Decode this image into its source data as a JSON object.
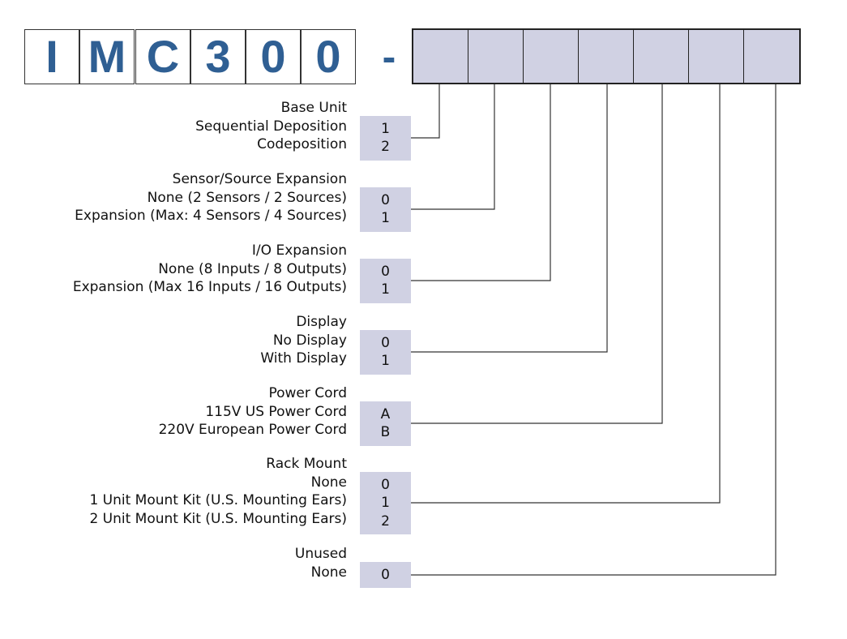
{
  "part_number": {
    "prefix": [
      "I",
      "M",
      "C",
      "3",
      "0",
      "0"
    ],
    "separator": "-",
    "slot_count": 7
  },
  "groups": [
    {
      "title": "Base Unit",
      "options": [
        {
          "label": "Sequential Deposition",
          "code": "1"
        },
        {
          "label": "Codeposition",
          "code": "2"
        }
      ]
    },
    {
      "title": "Sensor/Source Expansion",
      "options": [
        {
          "label": "None (2 Sensors / 2 Sources)",
          "code": "0"
        },
        {
          "label": "Expansion (Max: 4 Sensors / 4 Sources)",
          "code": "1"
        }
      ]
    },
    {
      "title": "I/O Expansion",
      "options": [
        {
          "label": "None (8 Inputs / 8 Outputs)",
          "code": "0"
        },
        {
          "label": "Expansion (Max 16 Inputs / 16 Outputs)",
          "code": "1"
        }
      ]
    },
    {
      "title": "Display",
      "options": [
        {
          "label": "No Display",
          "code": "0"
        },
        {
          "label": "With Display",
          "code": "1"
        }
      ]
    },
    {
      "title": "Power Cord",
      "options": [
        {
          "label": "115V US  Power Cord",
          "code": "A"
        },
        {
          "label": "220V European Power Cord",
          "code": "B"
        }
      ]
    },
    {
      "title": "Rack Mount",
      "options": [
        {
          "label": "None",
          "code": "0"
        },
        {
          "label": "1 Unit Mount Kit (U.S. Mounting Ears)",
          "code": "1"
        },
        {
          "label": "2 Unit Mount Kit (U.S. Mounting Ears)",
          "code": "2"
        }
      ]
    },
    {
      "title": "Unused",
      "options": [
        {
          "label": "None",
          "code": "0"
        }
      ]
    }
  ],
  "colors": {
    "prefix_text": "#2f5f93",
    "slot_fill": "#d0d1e3",
    "line": "#333333"
  }
}
